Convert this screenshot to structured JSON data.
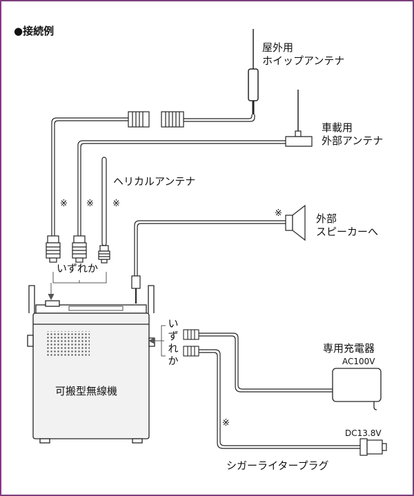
{
  "title": "●接続例",
  "labels": {
    "outdoor_antenna": [
      "屋外用",
      "ホイップアンテナ"
    ],
    "car_antenna": [
      "車載用",
      "外部アンテナ"
    ],
    "helical_antenna": "ヘリカルアンテナ",
    "external_speaker": [
      "外部",
      "スピーカーへ"
    ],
    "either_top": "いずれか",
    "either_side": "いずれか",
    "dedicated_charger": "専用充電器",
    "ac_voltage": "AC100V",
    "dc_voltage": "DC13.8V",
    "cigar_plug": "シガーライタープラグ",
    "radio": "可搬型無線機",
    "note_mark": "※"
  },
  "colors": {
    "frame_border": "#7b3f7c",
    "line": "#222222",
    "device_fill": "#f2f2f2"
  }
}
